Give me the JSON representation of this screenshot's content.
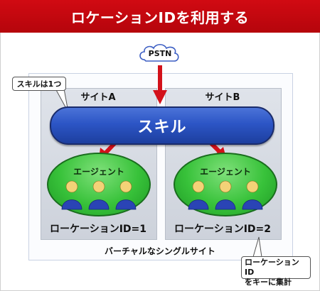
{
  "header": {
    "title": "ロケーションIDを利用する"
  },
  "diagram": {
    "pstn_label": "PSTN",
    "skill_callout": "スキルは1つ",
    "sites": [
      {
        "label": "サイトA",
        "location_label": "ローケーションID=1"
      },
      {
        "label": "サイトB",
        "location_label": "ローケーションID=2"
      }
    ],
    "skill_label": "スキル",
    "agent_label": "エージェント",
    "virtual_site_label": "バーチャルなシングルサイト",
    "location_callout_line1": "ローケーションID",
    "location_callout_line2": "をキーに集計"
  },
  "colors": {
    "header_red": "#c8070f",
    "skill_blue": "#2c55c5",
    "agent_green": "#38c23a",
    "arrow_red": "#d3111a",
    "person_blue": "#2a44b5",
    "person_skin": "#f3d277"
  }
}
